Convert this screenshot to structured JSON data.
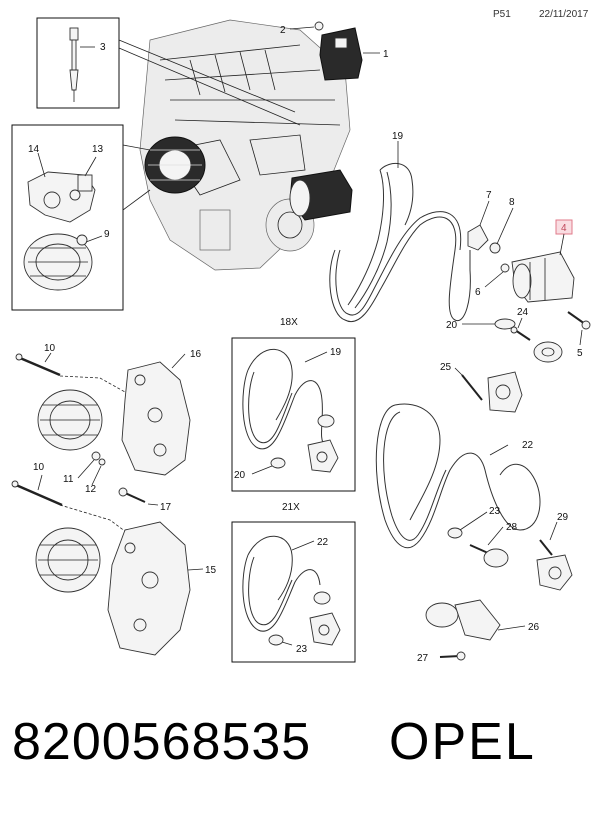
{
  "header": {
    "page": "P51",
    "date": "22/11/2017"
  },
  "footer": {
    "part_number": "8200568535",
    "brand": "OPEL"
  },
  "callouts": {
    "c1": "1",
    "c2": "2",
    "c3": "3",
    "c4": "4",
    "c5": "5",
    "c6": "6",
    "c7": "7",
    "c8": "8",
    "c9": "9",
    "c10a": "10",
    "c10b": "10",
    "c11": "11",
    "c12": "12",
    "c13": "13",
    "c14": "14",
    "c15": "15",
    "c16": "16",
    "c17": "17",
    "c18x": "18X",
    "c19a": "19",
    "c19b": "19",
    "c20a": "20",
    "c20b": "20",
    "c21x": "21X",
    "c22a": "22",
    "c22b": "22",
    "c23a": "23",
    "c23b": "23",
    "c24": "24",
    "c25": "25",
    "c26": "26",
    "c27": "27",
    "c28": "28",
    "c29": "29"
  },
  "colors": {
    "highlight_box": "#e07a8a",
    "highlight_fill": "#f9dde2"
  }
}
